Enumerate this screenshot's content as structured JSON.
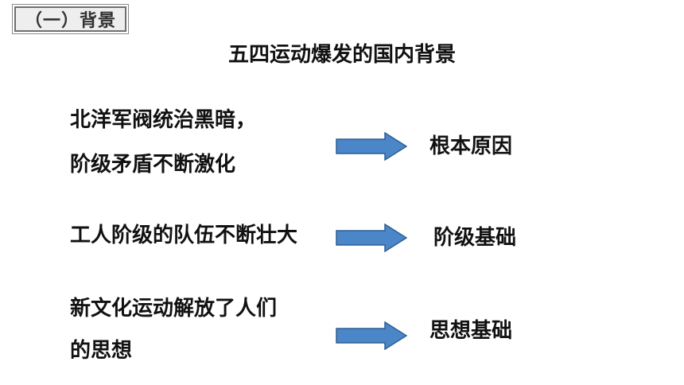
{
  "section_tag": "（一）背景",
  "title": "五四运动爆发的国内背景",
  "rows": [
    {
      "cause_lines": [
        "北洋军阀统治黑暗，",
        "阶级矛盾不断激化"
      ],
      "result": "根本原因"
    },
    {
      "cause_lines": [
        "工人阶级的队伍不断壮大"
      ],
      "result": "阶级基础"
    },
    {
      "cause_lines": [
        "新文化运动解放了人们",
        "的思想"
      ],
      "result": "思想基础"
    }
  ],
  "colors": {
    "arrow_fill": "#4a86c8",
    "arrow_stroke": "#2e5f93"
  },
  "icons": {
    "arrow": "right-arrow-icon"
  }
}
